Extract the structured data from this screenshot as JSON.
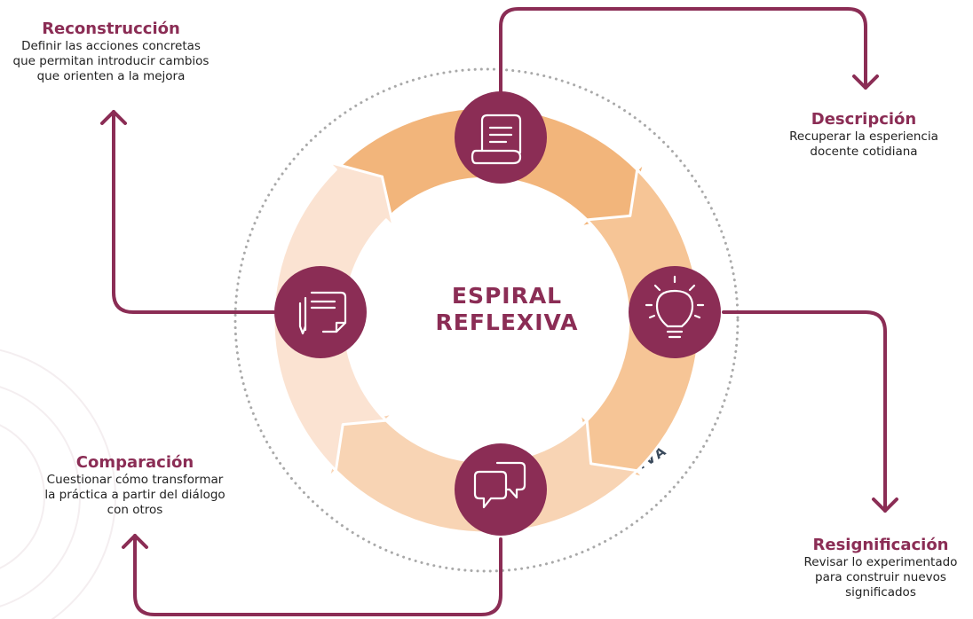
{
  "center": {
    "line1": "ESPIRAL",
    "line2": "REFLEXIVA"
  },
  "ring_label": "NARRATIVA",
  "stages": [
    {
      "id": "reconstruccion",
      "title": "Reconstrucción",
      "lines": [
        "Definir las acciones concretas",
        "que permitan introducir cambios",
        "que orienten a la mejora"
      ],
      "icon": "scroll-icon"
    },
    {
      "id": "descripcion",
      "title": "Descripción",
      "lines": [
        "Recuperar la esperiencia",
        "docente cotidiana"
      ],
      "icon": "document-icon"
    },
    {
      "id": "resignificacion",
      "title": "Resignificación",
      "lines": [
        "Revisar lo experimentado",
        "para construir nuevos",
        "significados"
      ],
      "icon": "lightbulb-icon"
    },
    {
      "id": "comparacion",
      "title": "Comparación",
      "lines": [
        "Cuestionar cómo transformar",
        "la práctica a partir del diálogo",
        "con otros"
      ],
      "icon": "chat-bubbles-icon"
    }
  ],
  "colors": {
    "accent": "#8b2d55",
    "segment_top": "#f2b57b",
    "segment_right": "#f6c596",
    "segment_bottom": "#f8d4b4",
    "segment_left": "#fbe3d2",
    "ring_label": "#3a4a5c"
  }
}
